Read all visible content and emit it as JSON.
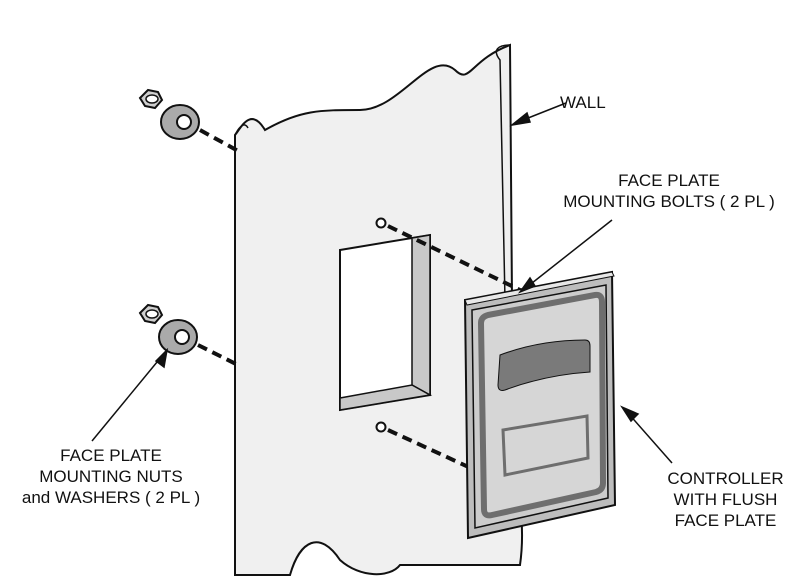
{
  "labels": {
    "wall": "WALL",
    "bolts": [
      "FACE PLATE",
      "MOUNTING BOLTS ( 2 PL )"
    ],
    "nuts": [
      "FACE PLATE",
      "MOUNTING NUTS",
      "and WASHERS ( 2 PL )"
    ],
    "controller": [
      "CONTROLLER",
      "WITH FLUSH",
      "FACE PLATE"
    ]
  },
  "colors": {
    "wall_fill": "#f0f0f0",
    "outline": "#111111",
    "cutout_shadow": "#c8c8c8",
    "plate_frame": "#bdbdbd",
    "plate_inner": "#d6d6d6",
    "display_window": "#7a7a7a",
    "washer": "#aaaaaa"
  }
}
